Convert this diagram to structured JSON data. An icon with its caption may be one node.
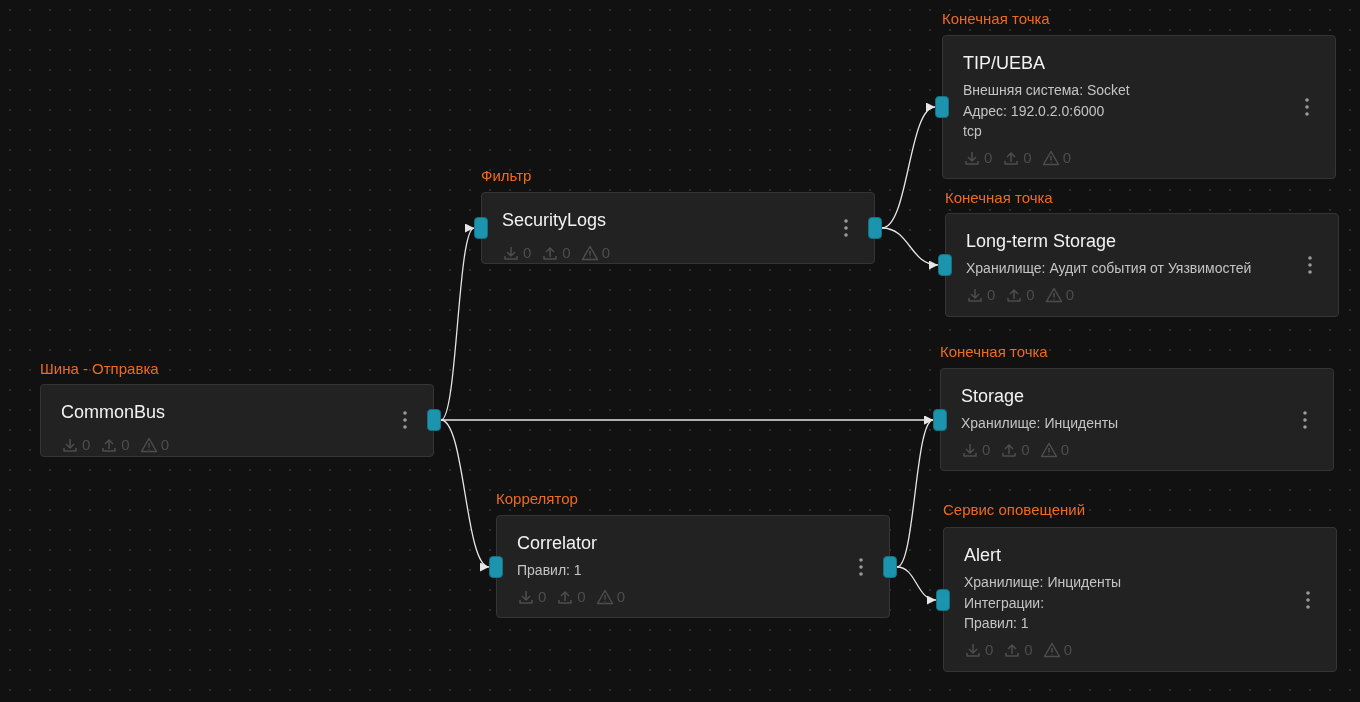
{
  "diagram": {
    "nodes": [
      {
        "text": [
          "Шина - Отправка",
          "CommonBus",
          "0",
          "0",
          "0"
        ]
      },
      {
        "text": [
          "Фильтр",
          "SecurityLogs",
          "0",
          "0",
          "0"
        ]
      },
      {
        "text": [
          "Коррелятор",
          "Correlator",
          "Правил: 1",
          "0",
          "0",
          "0"
        ]
      },
      {
        "text": [
          "Конечная точка",
          "TIP/UEBA",
          "Внешняя система: Socket",
          "Адрес: 192.0.2.0:6000",
          "tcp",
          "0",
          "0",
          "0"
        ]
      },
      {
        "text": [
          "Конечная точка",
          "Long-term Storage",
          "Хранилище: Аудит события от Уязвимостей",
          "0",
          "0",
          "0"
        ]
      },
      {
        "text": [
          "Конечная точка",
          "Storage",
          "Хранилище: Инциденты",
          "0",
          "0",
          "0"
        ]
      },
      {
        "text": [
          "Сервис оповещений",
          "Alert",
          "Хранилище: Инциденты",
          "Интеграции:",
          "Правил: 1",
          "0",
          "0",
          "0"
        ]
      }
    ],
    "edges": [
      {
        "from": 0,
        "to": 1,
        "arrow": "to"
      },
      {
        "from": 0,
        "to": 5,
        "arrow": "to"
      },
      {
        "from": 0,
        "to": 2,
        "arrow": "to"
      },
      {
        "from": 1,
        "to": 3,
        "arrow": "to"
      },
      {
        "from": 1,
        "to": 4,
        "arrow": "to"
      },
      {
        "from": 2,
        "to": 5,
        "arrow": "to"
      },
      {
        "from": 2,
        "to": 6,
        "arrow": "to"
      }
    ]
  }
}
